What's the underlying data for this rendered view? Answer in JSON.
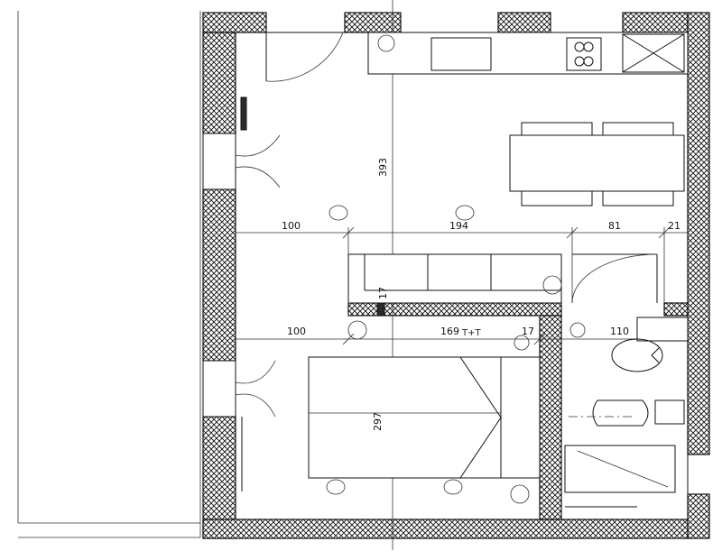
{
  "plan": {
    "dimensions": {
      "living_width": "100",
      "kitchen_width": "194",
      "hall_width": "81",
      "side_gap": "21",
      "living_height": "393",
      "partition": "17",
      "bedroom_width": "100",
      "bedroom_mid": "169",
      "partition_lower": "17",
      "bath_width": "110",
      "bedroom_height": "297"
    },
    "notes": {
      "handwritten_mark": "T+T"
    }
  }
}
